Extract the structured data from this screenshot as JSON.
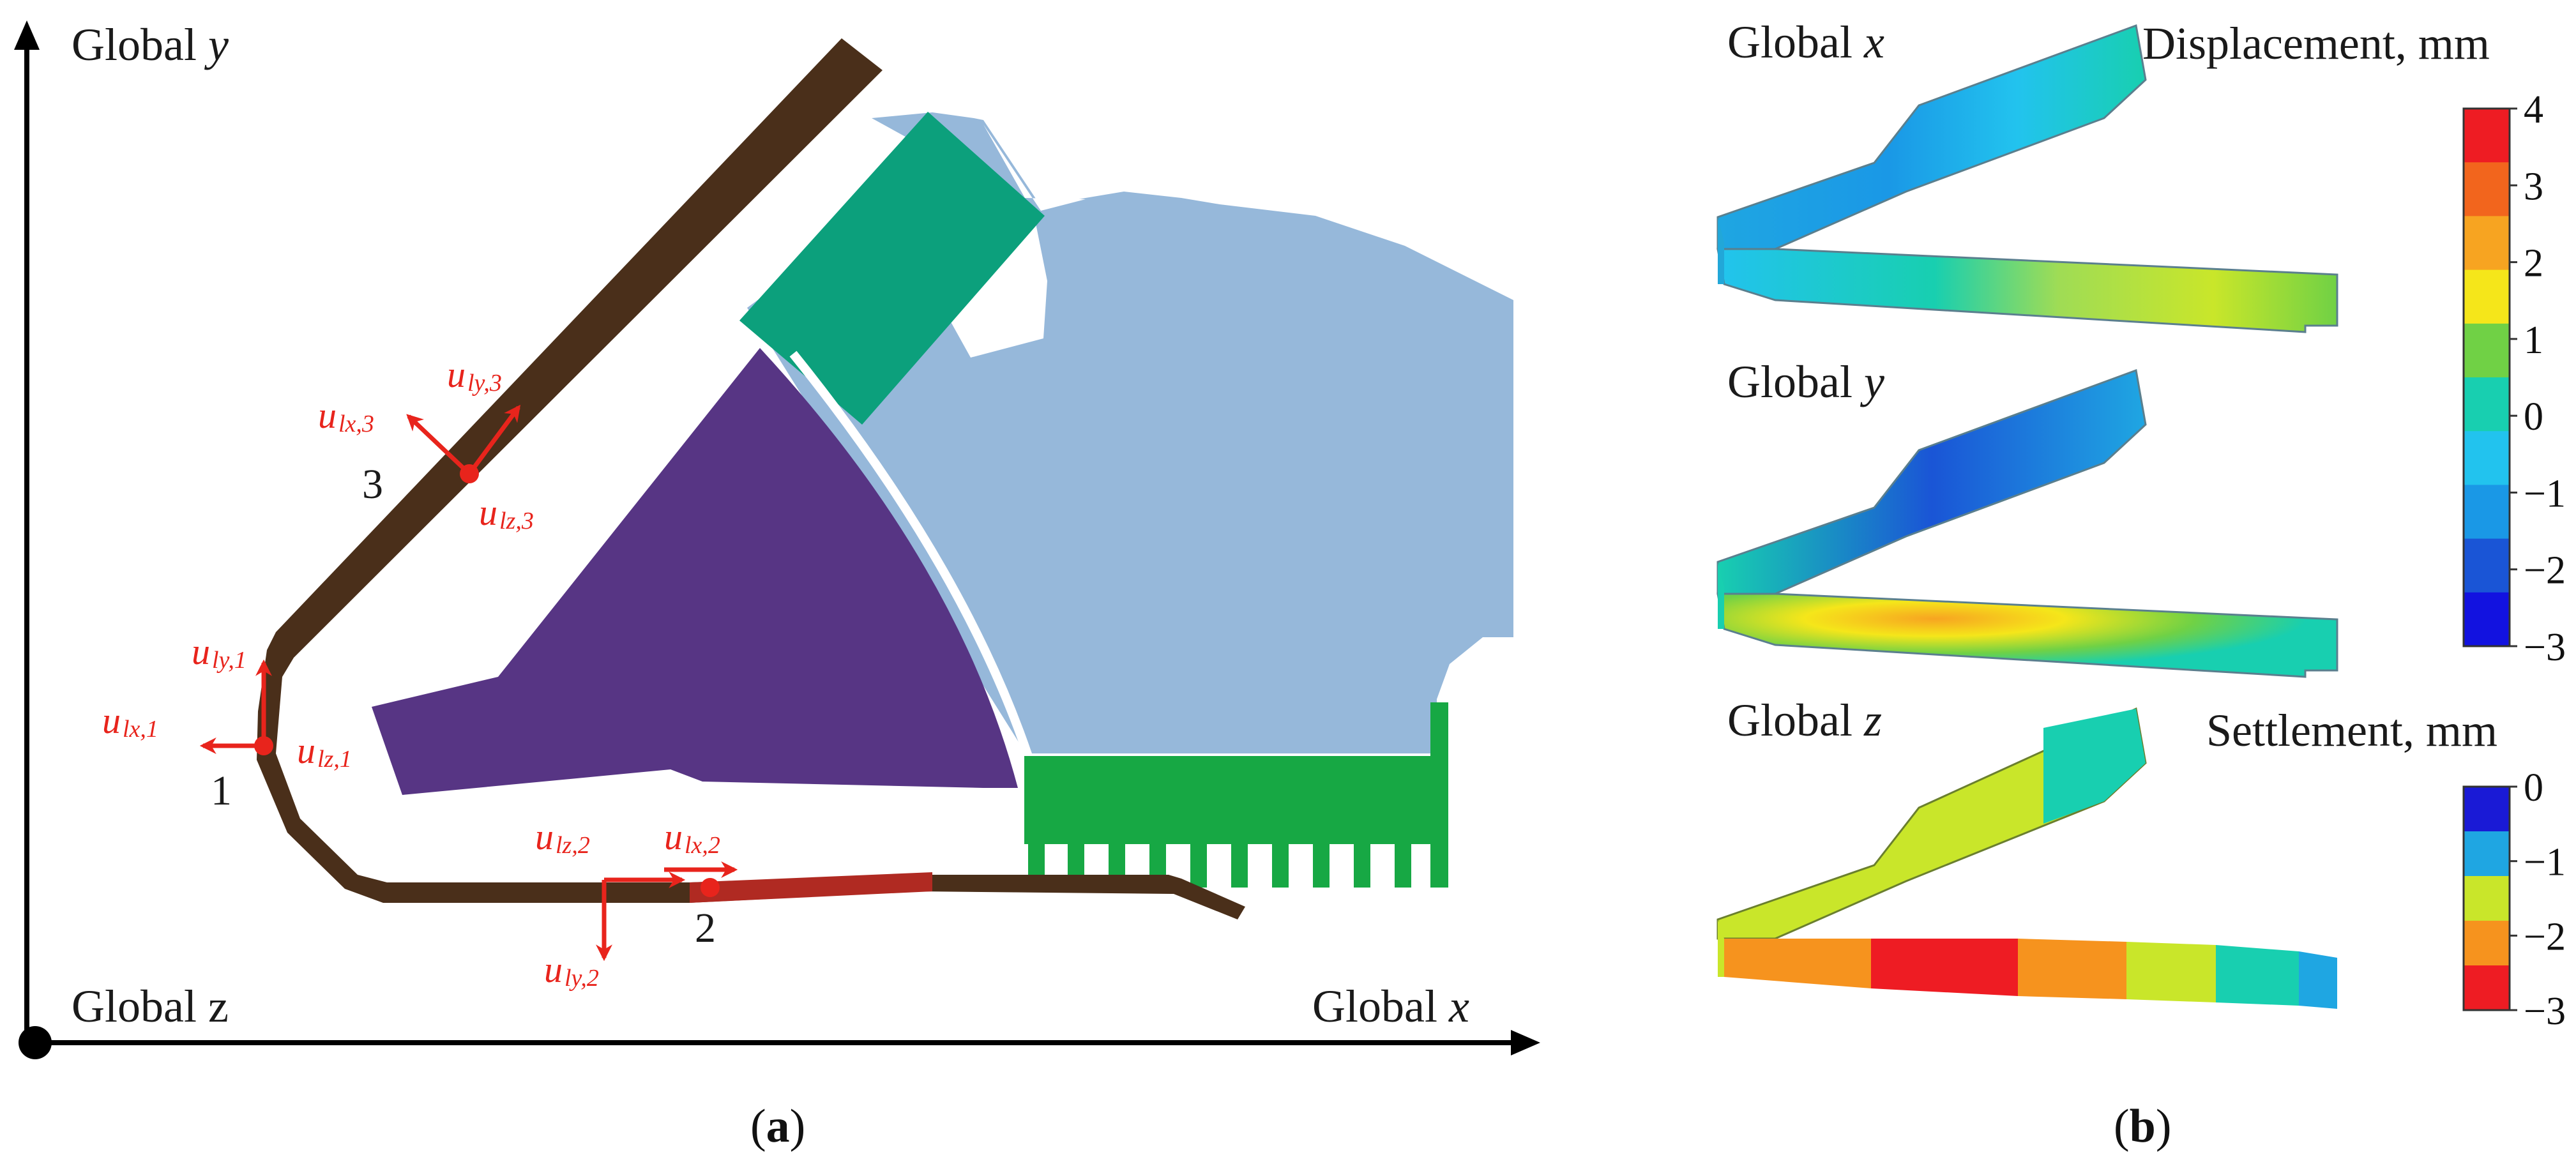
{
  "panel_a": {
    "axes": {
      "y_label": "Global",
      "y_var": "y",
      "x_label": "Global",
      "x_var": "x",
      "z_label": "Global z"
    },
    "points": [
      {
        "label": "1"
      },
      {
        "label": "2"
      },
      {
        "label": "3"
      }
    ],
    "vectors": [
      {
        "main": "u",
        "sub": "ly,1"
      },
      {
        "main": "u",
        "sub": "lx,1"
      },
      {
        "main": "u",
        "sub": "lz,1"
      },
      {
        "main": "u",
        "sub": "lz,2"
      },
      {
        "main": "u",
        "sub": "lx,2"
      },
      {
        "main": "u",
        "sub": "ly,2"
      },
      {
        "main": "u",
        "sub": "ly,3"
      },
      {
        "main": "u",
        "sub": "lx,3"
      },
      {
        "main": "u",
        "sub": "lz,3"
      }
    ],
    "colors": {
      "pipe": "#4a2f1a",
      "pipe_red": "#b02a22",
      "purple": "#573584",
      "lightblue": "#96b8da",
      "teal": "#0ca07c",
      "green": "#17a844",
      "arrow": "#e8241c"
    },
    "caption_open": "(",
    "caption_letter": "a",
    "caption_close": ")"
  },
  "panel_b": {
    "views": [
      {
        "label": "Global",
        "var": "x"
      },
      {
        "label": "Global",
        "var": "y"
      },
      {
        "label": "Global",
        "var": "z"
      }
    ],
    "displacement_legend": {
      "title": "Displacement, mm",
      "ticks": [
        "4",
        "3",
        "2",
        "1",
        "0",
        "−1",
        "−2",
        "−3"
      ],
      "colors": [
        "#ee1c23",
        "#f2651d",
        "#f7a421",
        "#f5e61a",
        "#70d145",
        "#18cfb0",
        "#22c3ee",
        "#1a98e6",
        "#1a55d6",
        "#1212e0"
      ]
    },
    "settlement_legend": {
      "title": "Settlement, mm",
      "ticks": [
        "0",
        "−1",
        "−2",
        "−3"
      ],
      "colors": [
        "#1a1ad6",
        "#1fa6e2",
        "#c9e62a",
        "#f6931e",
        "#ee1c23"
      ]
    },
    "caption_open": "(",
    "caption_letter": "b",
    "caption_close": ")"
  }
}
